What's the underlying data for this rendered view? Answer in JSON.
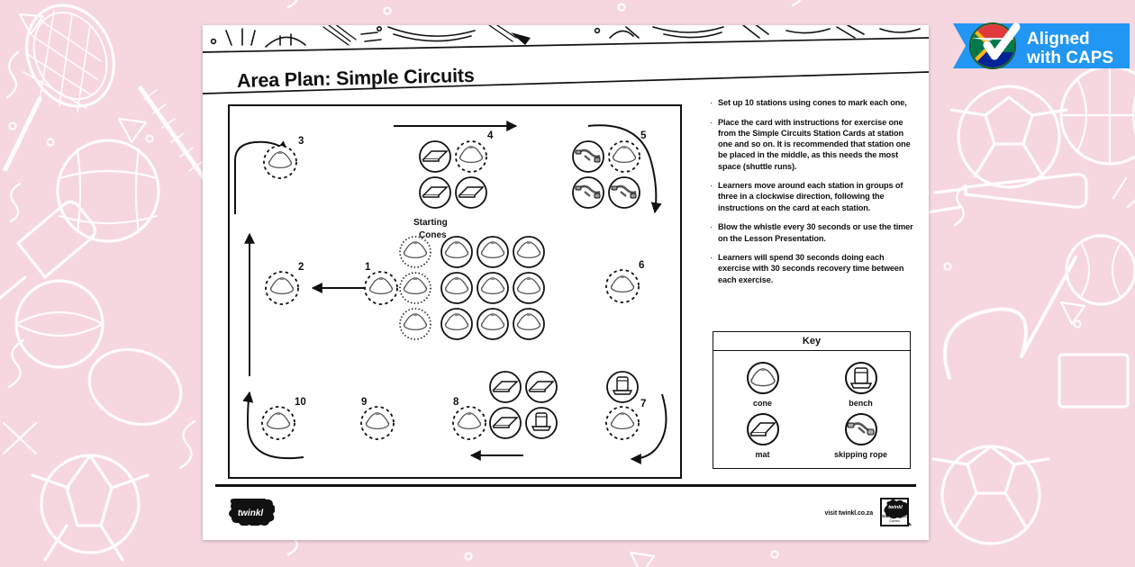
{
  "background": {
    "color": "#f6d7e0",
    "doodle_color": "#ffffff",
    "theme": "sports-equipment-doodles"
  },
  "badge": {
    "line1": "Aligned",
    "line2": "with CAPS",
    "ribbon_color": "#2196f3",
    "check_color": "#ffffff",
    "flag_colors": [
      "#e03a3e",
      "#007a4d",
      "#ffb612",
      "#002395",
      "#ffffff",
      "#000000"
    ]
  },
  "page": {
    "title": "Area Plan: Simple Circuits"
  },
  "instructions": [
    "Set up 10 stations using cones to mark each one,",
    "Place the card with instructions for exercise one from the Simple Circuits Station Cards at station one and so on. It is recommended that station one be placed in the middle, as this needs the most space (shuttle runs).",
    "Learners move around each station in groups of three in a clockwise direction, following the instructions on the card at each station.",
    "Blow the whistle every 30 seconds or use the timer on the Lesson Presentation.",
    "Learners will spend 30 seconds doing each exercise with 30 seconds recovery time between each exercise."
  ],
  "key": {
    "title": "Key",
    "items": [
      {
        "label": "cone",
        "icon": "cone-icon"
      },
      {
        "label": "bench",
        "icon": "bench-icon"
      },
      {
        "label": "mat",
        "icon": "mat-icon"
      },
      {
        "label": "skipping-rope",
        "display": "skipping rope",
        "icon": "skipping-rope-icon"
      }
    ]
  },
  "diagram": {
    "starting_cones_label_line1": "Starting",
    "starting_cones_label_line2": "Cones",
    "stations": [
      {
        "number": "1",
        "equipment": "cone",
        "note": "shuttle runs - centre"
      },
      {
        "number": "2",
        "equipment": "cone",
        "note": ""
      },
      {
        "number": "3",
        "equipment": "cone",
        "note": ""
      },
      {
        "number": "4",
        "equipment": "mat",
        "note": "3 mats"
      },
      {
        "number": "5",
        "equipment": "skipping rope",
        "note": "3 skipping ropes"
      },
      {
        "number": "6",
        "equipment": "cone",
        "note": ""
      },
      {
        "number": "7",
        "equipment": "bench",
        "note": "1 bench"
      },
      {
        "number": "8",
        "equipment": "mat",
        "note": "3 mats and 1 bench"
      },
      {
        "number": "9",
        "equipment": "cone",
        "note": ""
      },
      {
        "number": "10",
        "equipment": "cone",
        "note": ""
      }
    ]
  },
  "footer": {
    "logo": "twinkl",
    "visit": "visit twinkl.co.za",
    "mini_badge": "twinkl"
  }
}
